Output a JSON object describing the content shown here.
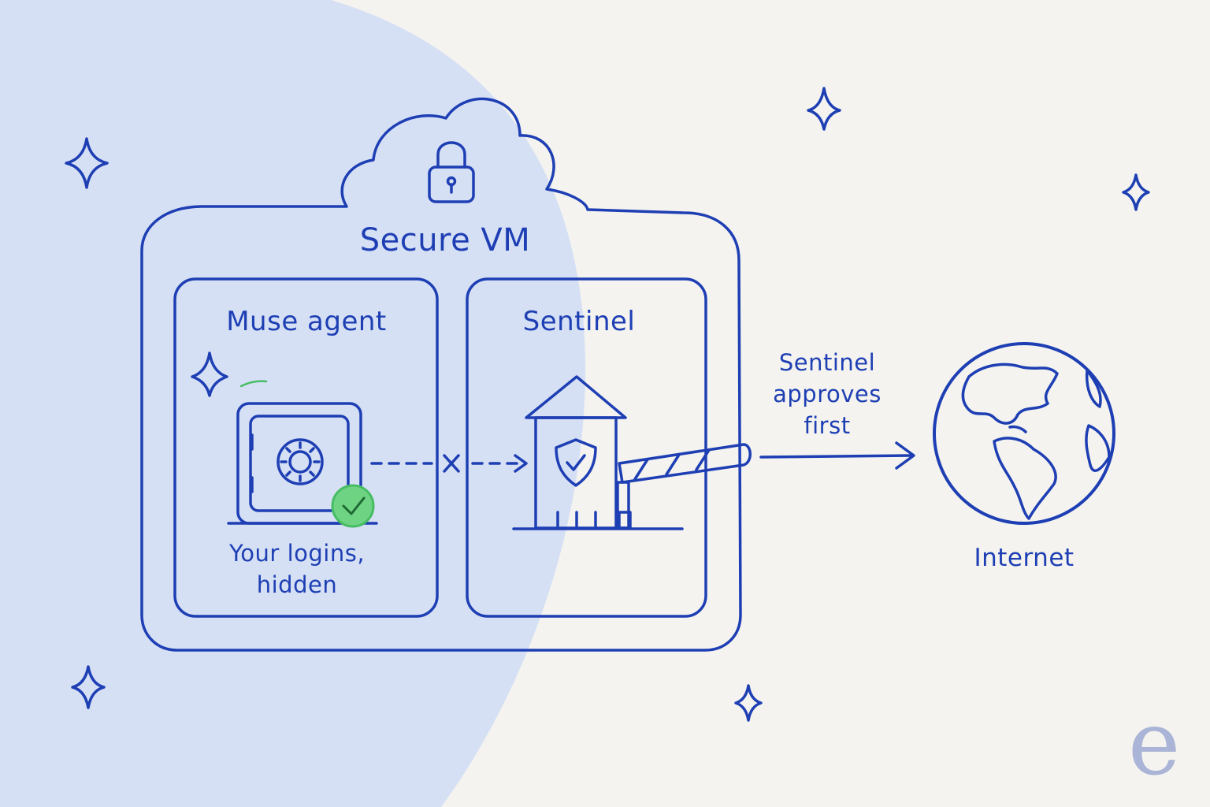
{
  "diagram": {
    "vm_title": "Secure VM",
    "agent_panel": {
      "title": "Muse agent",
      "caption": "Your logins,\nhidden"
    },
    "sentinel_panel": {
      "title": "Sentinel"
    },
    "arrow_label": "Sentinel approves first",
    "internet_label": "Internet",
    "brand_mark": "e"
  },
  "colors": {
    "ink": "#1e3fb4",
    "background": "#f4f3ef",
    "blob": "#d6e0f5",
    "check_green": "#46bd62",
    "brand_mark": "#aab4d6"
  },
  "icons": [
    "lock-icon",
    "vault-icon",
    "check-icon",
    "guard-tower-icon",
    "shield-icon",
    "barrier-gate-icon",
    "globe-icon",
    "sparkle-icon"
  ]
}
